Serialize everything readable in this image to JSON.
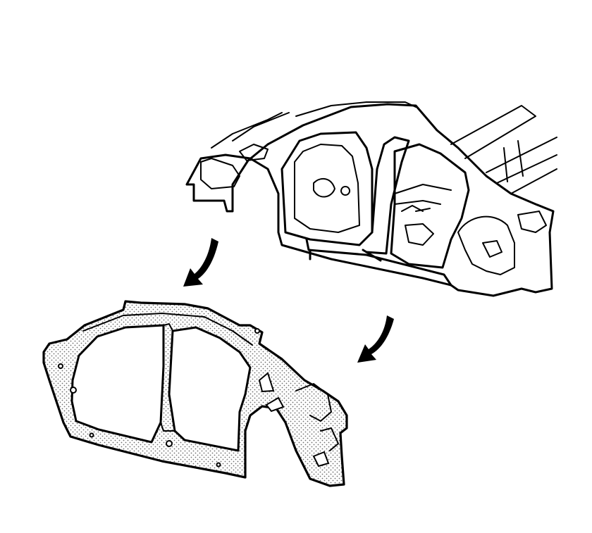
{
  "figure": {
    "colors": {
      "ink": "#000000",
      "paper": "#ffffff",
      "stipple": "#6e6e6e"
    },
    "parts": [
      {
        "name": "vehicle-body-structure",
        "icon": "car-body-outline"
      },
      {
        "name": "body-side-outer-panel",
        "icon": "stippled-panel"
      }
    ],
    "arrows": [
      {
        "name": "removal-arrow-left",
        "icon": "curved-arrow-down-left"
      },
      {
        "name": "removal-arrow-right",
        "icon": "curved-arrow-down-left"
      }
    ]
  }
}
